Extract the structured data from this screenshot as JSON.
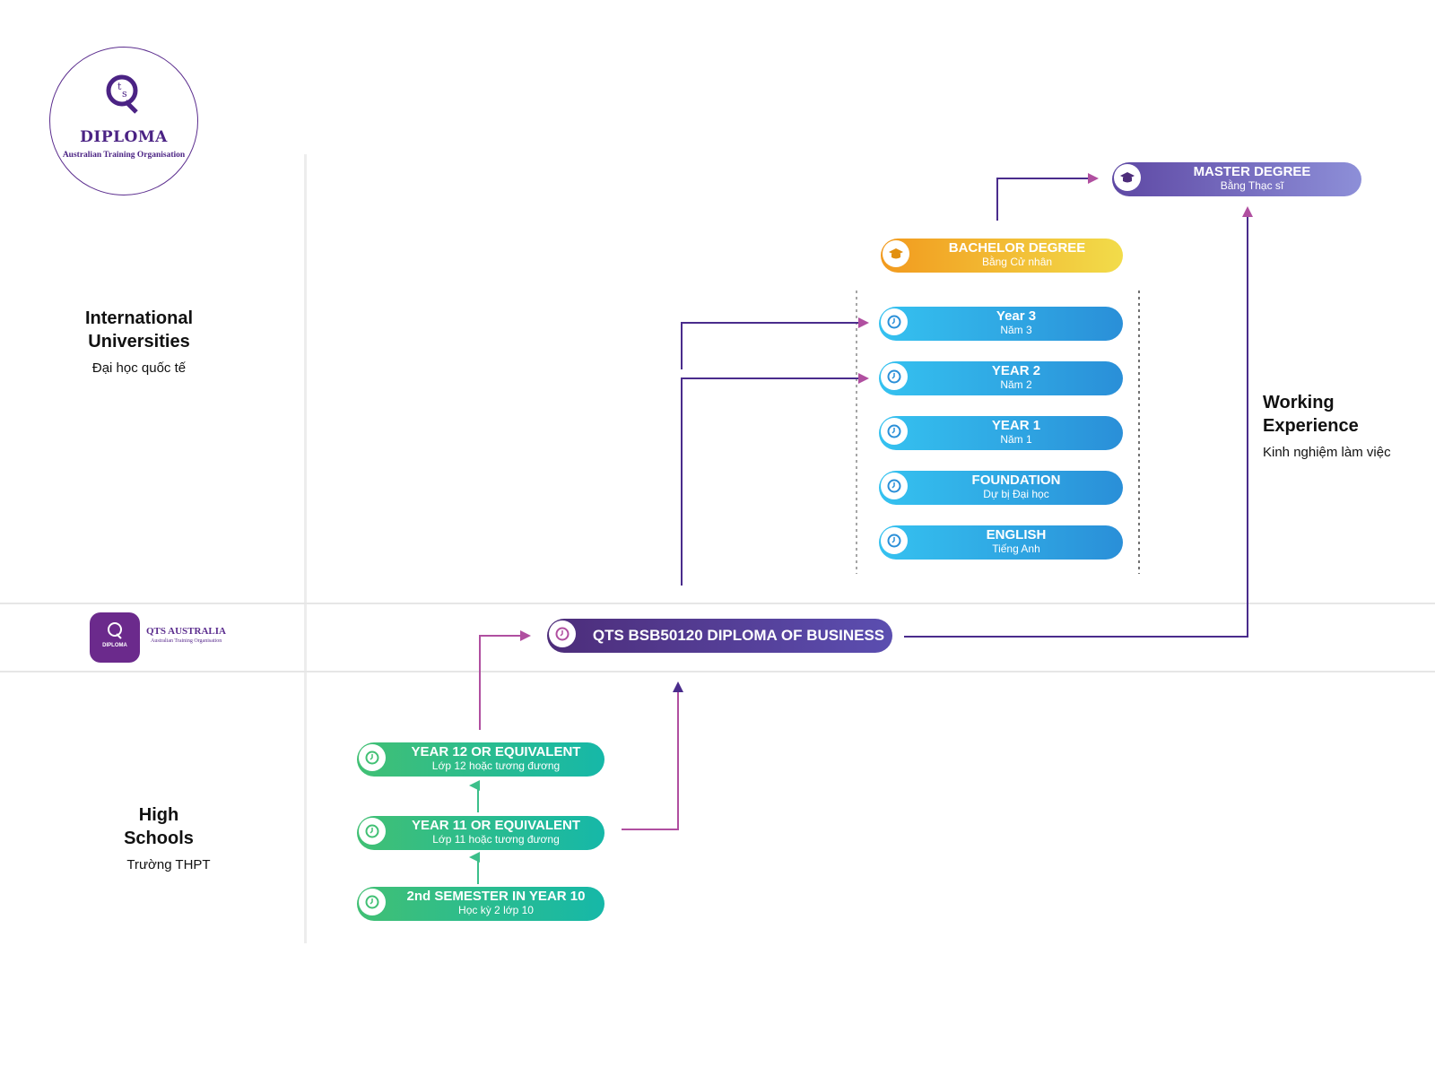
{
  "logo": {
    "name": "DIPLOMA",
    "subtitle": "Australian Training Organisation",
    "monogram": "QTS",
    "color": "#4b2384"
  },
  "band_logo": {
    "badge_text": "DIPLOMA",
    "name": "QTS AUSTRALIA",
    "subtitle": "Australian Training Organisation"
  },
  "sections": {
    "universities": {
      "title": "International Universities",
      "subtitle": "Đại học quốc tế"
    },
    "high_schools": {
      "title": "High Schools",
      "subtitle": "Trường THPT"
    },
    "working": {
      "title": "Working Experience",
      "subtitle": "Kinh nghiệm làm việc"
    }
  },
  "nodes": {
    "master": {
      "title": "MASTER DEGREE",
      "subtitle": "Bằng Thạc sĩ",
      "icon": "graduation-cap-icon"
    },
    "bachelor": {
      "title": "BACHELOR DEGREE",
      "subtitle": "Bằng Cử nhân",
      "icon": "graduation-cap-icon"
    },
    "year3": {
      "title": "Year 3",
      "subtitle": "Năm 3",
      "icon": "clock-icon"
    },
    "year2": {
      "title": "YEAR 2",
      "subtitle": "Năm 2",
      "icon": "clock-icon"
    },
    "year1": {
      "title": "YEAR 1",
      "subtitle": "Năm 1",
      "icon": "clock-icon"
    },
    "foundation": {
      "title": "FOUNDATION",
      "subtitle": "Dự bị Đại học",
      "icon": "clock-icon"
    },
    "english": {
      "title": "ENGLISH",
      "subtitle": "Tiếng Anh",
      "icon": "clock-icon"
    },
    "diploma": {
      "title": "QTS BSB50120 DIPLOMA OF BUSINESS",
      "icon": "clock-icon"
    },
    "year12": {
      "title": "YEAR 12 OR EQUIVALENT",
      "subtitle": "Lớp 12 hoặc tương đương",
      "icon": "clock-icon"
    },
    "year11": {
      "title": "YEAR 11 OR EQUIVALENT",
      "subtitle": "Lớp 11 hoặc tương đương",
      "icon": "clock-icon"
    },
    "year10": {
      "title": "2nd SEMESTER IN YEAR 10",
      "subtitle": "Học kỳ 2 lớp 10",
      "icon": "clock-icon"
    }
  },
  "colors": {
    "accent": "#5b2d8e",
    "blue": "#2a8fd8",
    "green": "#16b8a8",
    "orange": "#f29a1e",
    "purple": "#4d2d7a",
    "line_pink": "#b04fa0",
    "line_violet": "#4a2c8c",
    "line_green": "#3cbf8a"
  }
}
